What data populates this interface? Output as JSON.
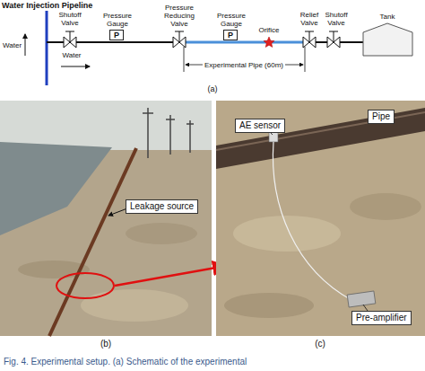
{
  "diagram": {
    "caption": "Fig. 4. Experimental setup. (a) Schematic of the experimental",
    "nodes": [
      {
        "text": [
          "Pressure Gauge",
          "P"
        ]
      },
      {
        "text": [
          "Pressure Gauge",
          "P"
        ]
      },
      {
        "text": [
          "Leakage source"
        ]
      },
      {
        "text": [
          "AE sensor"
        ]
      },
      {
        "text": [
          "Pipe"
        ]
      },
      {
        "text": [
          "Pre-amplifier"
        ]
      }
    ],
    "labels": [
      "Water Injection Pipeline",
      "Water",
      "Shutoff Valve",
      "Water",
      "Pressure Reducing Valve",
      "Orifice",
      "Relief Valve",
      "Shutoff Valve",
      "Tank",
      "Experimental Pipe (60m)",
      "(a)",
      "(b)",
      "(c)"
    ]
  }
}
